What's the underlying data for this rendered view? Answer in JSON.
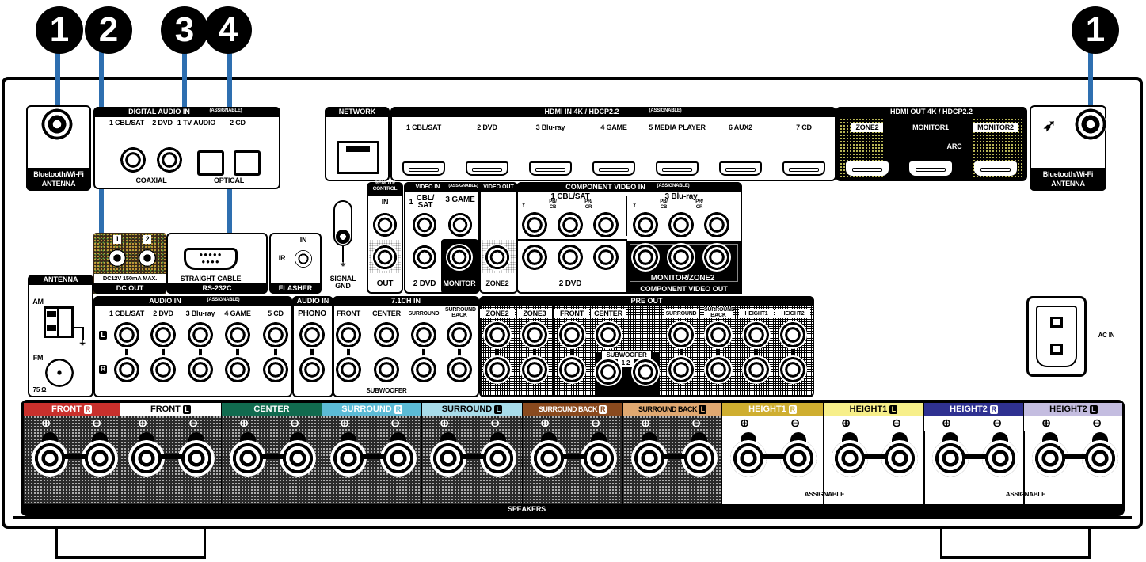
{
  "callout_color": "#2e6fb0",
  "callouts": [
    "1",
    "2",
    "3",
    "4",
    "1"
  ],
  "bt_left": {
    "label1": "Bluetooth/Wi-Fi",
    "label2": "ANTENNA"
  },
  "bt_right": {
    "label1": "Bluetooth/Wi-Fi",
    "label2": "ANTENNA"
  },
  "digital_audio": {
    "title": "DIGITAL AUDIO IN",
    "note": "(ASSIGNABLE)",
    "inputs": [
      "1 CBL/SAT",
      "2 DVD",
      "1 TV AUDIO",
      "2 CD"
    ],
    "coaxial": "COAXIAL",
    "optical": "OPTICAL"
  },
  "network": {
    "title": "NETWORK"
  },
  "hdmi_in": {
    "title": "HDMI IN   4K / HDCP2.2",
    "note": "(ASSIGNABLE)",
    "inputs": [
      "1 CBL/SAT",
      "2 DVD",
      "3 Blu-ray",
      "4 GAME",
      "5 MEDIA PLAYER",
      "6 AUX2",
      "7 CD"
    ]
  },
  "hdmi_out": {
    "title": "HDMI OUT   4K / HDCP2.2",
    "outputs": [
      "ZONE2",
      "MONITOR1",
      "MONITOR2"
    ],
    "arc": "ARC"
  },
  "dc_out": {
    "ports": [
      "1",
      "2"
    ],
    "spec": "DC12V 150mA MAX.",
    "title": "DC OUT"
  },
  "rs232c": {
    "note": "STRAIGHT CABLE",
    "title": "RS-232C"
  },
  "flasher": {
    "in": "IN",
    "ir": "IR",
    "title": "FLASHER"
  },
  "signal_gnd": {
    "line1": "SIGNAL",
    "line2": "GND"
  },
  "remote": {
    "title1": "REMOTE",
    "title2": "CONTROL",
    "in": "IN",
    "out": "OUT"
  },
  "video_in": {
    "title": "VIDEO IN",
    "note": "(ASSIGNABLE)",
    "in1_num": "1",
    "in1_a": "CBL/",
    "in1_b": "SAT",
    "in3": "3 GAME",
    "in2": "2 DVD",
    "monitor": "MONITOR"
  },
  "video_out": {
    "title": "VIDEO OUT",
    "zone2": "ZONE2"
  },
  "component_in": {
    "title": "COMPONENT VIDEO IN",
    "note": "(ASSIGNABLE)",
    "groups": [
      "1 CBL/SAT",
      "3 Blu-ray"
    ],
    "bottom": "2 DVD",
    "y": "Y",
    "pb_a": "PB/",
    "pb_b": "CB",
    "pr_a": "PR/",
    "pr_b": "CR"
  },
  "component_out": {
    "zone": "MONITOR/ZONE2",
    "title": "COMPONENT VIDEO OUT"
  },
  "antenna": {
    "title": "ANTENNA",
    "am": "AM",
    "fm": "FM",
    "ohm": "75 Ω"
  },
  "audio_in": {
    "title": "AUDIO IN",
    "note": "(ASSIGNABLE)",
    "inputs": [
      "1 CBL/SAT",
      "2 DVD",
      "3 Blu-ray",
      "4 GAME",
      "5 CD"
    ],
    "l": "L",
    "r": "R"
  },
  "phono": {
    "title": "AUDIO IN",
    "label": "PHONO"
  },
  "ch71": {
    "title": "7.1CH IN",
    "inputs": [
      "FRONT",
      "CENTER",
      "SURROUND",
      "SURROUND BACK"
    ],
    "sub": "SUBWOOFER"
  },
  "preout": {
    "title": "PRE OUT",
    "outputs": [
      "ZONE2",
      "ZONE3",
      "FRONT",
      "CENTER",
      "SURROUND",
      "SURROUND BACK",
      "HEIGHT1",
      "HEIGHT2"
    ],
    "sub": "SUBWOOFER",
    "sub_nums": "1 2"
  },
  "ac_in": {
    "label": "AC IN"
  },
  "speakers": {
    "title": "SPEAKERS",
    "assignable": "ASSIGNABLE",
    "plus": "⊕",
    "minus": "⊖",
    "channels": [
      {
        "name": "FRONT",
        "side": "R",
        "color": "#c9302c",
        "text_color": "#ffffff"
      },
      {
        "name": "FRONT",
        "side": "L",
        "color": "#ffffff",
        "text_color": "#000000"
      },
      {
        "name": "CENTER",
        "side": "",
        "color": "#116b4f",
        "text_color": "#ffffff"
      },
      {
        "name": "SURROUND",
        "side": "R",
        "color": "#5bbbd6",
        "text_color": "#ffffff"
      },
      {
        "name": "SURROUND",
        "side": "L",
        "color": "#a8dcea",
        "text_color": "#000000"
      },
      {
        "name": "SURROUND BACK",
        "side": "R",
        "color": "#8a4a1e",
        "text_color": "#ffffff"
      },
      {
        "name": "SURROUND BACK",
        "side": "L",
        "color": "#e0a870",
        "text_color": "#000000"
      },
      {
        "name": "HEIGHT1",
        "side": "R",
        "color": "#cfae30",
        "text_color": "#ffffff"
      },
      {
        "name": "HEIGHT1",
        "side": "L",
        "color": "#f7ef8a",
        "text_color": "#000000"
      },
      {
        "name": "HEIGHT2",
        "side": "R",
        "color": "#2f3191",
        "text_color": "#ffffff"
      },
      {
        "name": "HEIGHT2",
        "side": "L",
        "color": "#c4bde0",
        "text_color": "#000000"
      }
    ]
  }
}
